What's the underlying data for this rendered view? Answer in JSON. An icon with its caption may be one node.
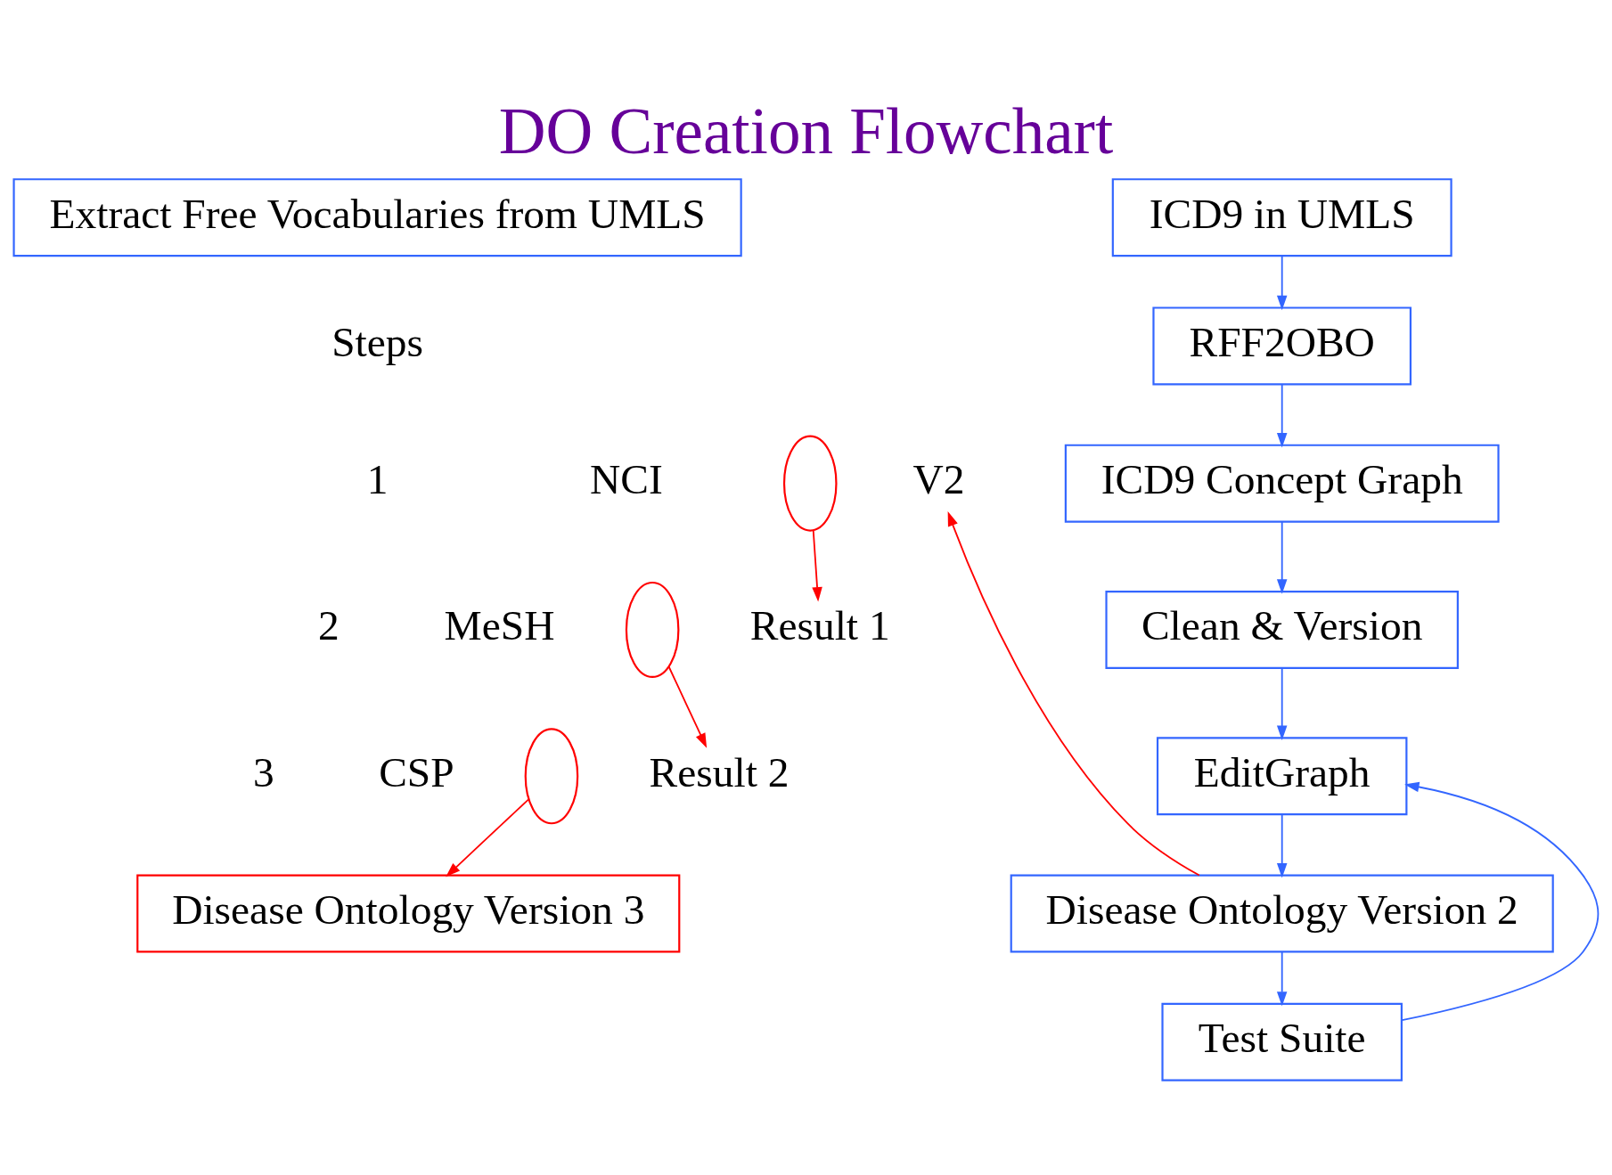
{
  "diagram": {
    "title": "DO Creation Flowchart",
    "nodes": [
      {
        "text": [
          "Extract Free Vocabularies from UMLS"
        ]
      },
      {
        "text": [
          "V2"
        ]
      },
      {
        "text": [],
        "shape": "circle"
      },
      {
        "text": [
          "Result 1"
        ]
      },
      {
        "text": [],
        "shape": "circle"
      },
      {
        "text": [
          "Result 2"
        ]
      },
      {
        "text": [],
        "shape": "circle"
      },
      {
        "text": [
          "Disease Ontology Version 3"
        ]
      },
      {
        "text": [
          "ICD9 in UMLS"
        ]
      },
      {
        "text": [
          "RFF2OBO"
        ]
      },
      {
        "text": [
          "ICD9 Concept Graph"
        ]
      },
      {
        "text": [
          "Clean & Version"
        ]
      },
      {
        "text": [
          "EditGraph"
        ]
      },
      {
        "text": [
          "Disease Ontology Version 2"
        ]
      },
      {
        "text": [
          "Test Suite"
        ]
      }
    ],
    "edges": [
      {
        "from": 2,
        "to": 3,
        "arrow": "to",
        "color": "#ff0000"
      },
      {
        "from": 4,
        "to": 5,
        "arrow": "to",
        "color": "#ff0000"
      },
      {
        "from": 6,
        "to": 7,
        "arrow": "to",
        "color": "#ff0000"
      },
      {
        "from": 13,
        "to": 1,
        "arrow": "to",
        "color": "#ff0000"
      },
      {
        "from": 8,
        "to": 9,
        "arrow": "to"
      },
      {
        "from": 9,
        "to": 10,
        "arrow": "to"
      },
      {
        "from": 10,
        "to": 11,
        "arrow": "to"
      },
      {
        "from": 11,
        "to": 12,
        "arrow": "to"
      },
      {
        "from": 12,
        "to": 13,
        "arrow": "to"
      },
      {
        "from": 13,
        "to": 14,
        "arrow": "to"
      },
      {
        "from": 14,
        "to": 12,
        "arrow": "to"
      }
    ],
    "labels": [
      "Steps",
      "1",
      "NCI",
      "2",
      "MeSH",
      "3",
      "CSP"
    ]
  }
}
